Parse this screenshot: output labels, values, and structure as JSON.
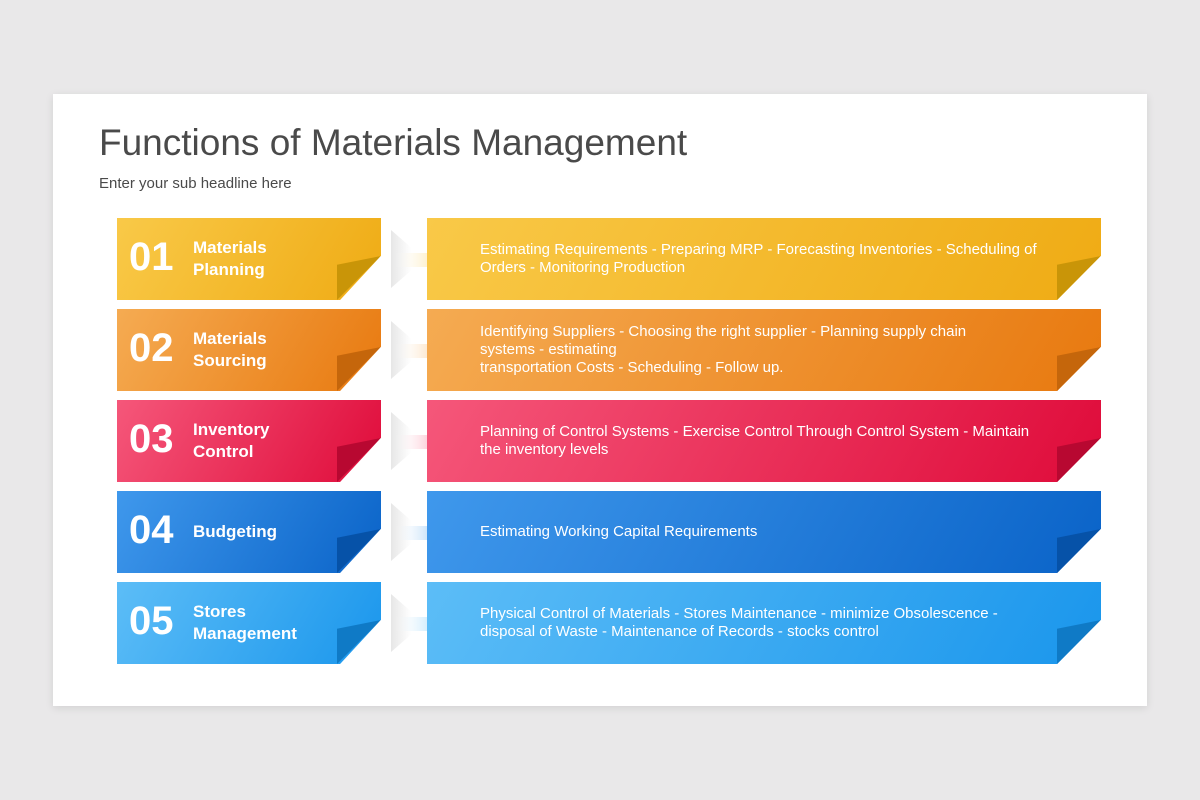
{
  "title": "Functions of Materials Management",
  "subtitle": "Enter your sub headline here",
  "items": [
    {
      "number": "01",
      "label": "Materials\nPlanning",
      "description": "Estimating Requirements - Preparing MRP - Forecasting Inventories - Scheduling of\nOrders - Monitoring Production",
      "color_light": "#f9c948",
      "color_dark": "#efab14",
      "fold_color": "#c99508"
    },
    {
      "number": "02",
      "label": "Materials\nSourcing",
      "description": "Identifying Suppliers - Choosing the right supplier - Planning supply chain\nsystems - estimating\ntransportation Costs - Scheduling - Follow up.",
      "color_light": "#f5ab52",
      "color_dark": "#e8790f",
      "fold_color": "#c5660b"
    },
    {
      "number": "03",
      "label": "Inventory\nControl",
      "description": "Planning of Control Systems - Exercise Control Through Control System - Maintain\nthe inventory levels",
      "color_light": "#f5577a",
      "color_dark": "#df0b3a",
      "fold_color": "#b80831"
    },
    {
      "number": "04",
      "label": "Budgeting",
      "description": "Estimating Working Capital Requirements",
      "color_light": "#3f98ec",
      "color_dark": "#0a63c8",
      "fold_color": "#0652a8"
    },
    {
      "number": "05",
      "label": "Stores\nManagement",
      "description": "Physical Control of Materials - Stores Maintenance - minimize Obsolescence -\ndisposal of Waste - Maintenance of Records - stocks control",
      "color_light": "#5cbdf7",
      "color_dark": "#1a96ec",
      "fold_color": "#0f7ac6"
    }
  ]
}
